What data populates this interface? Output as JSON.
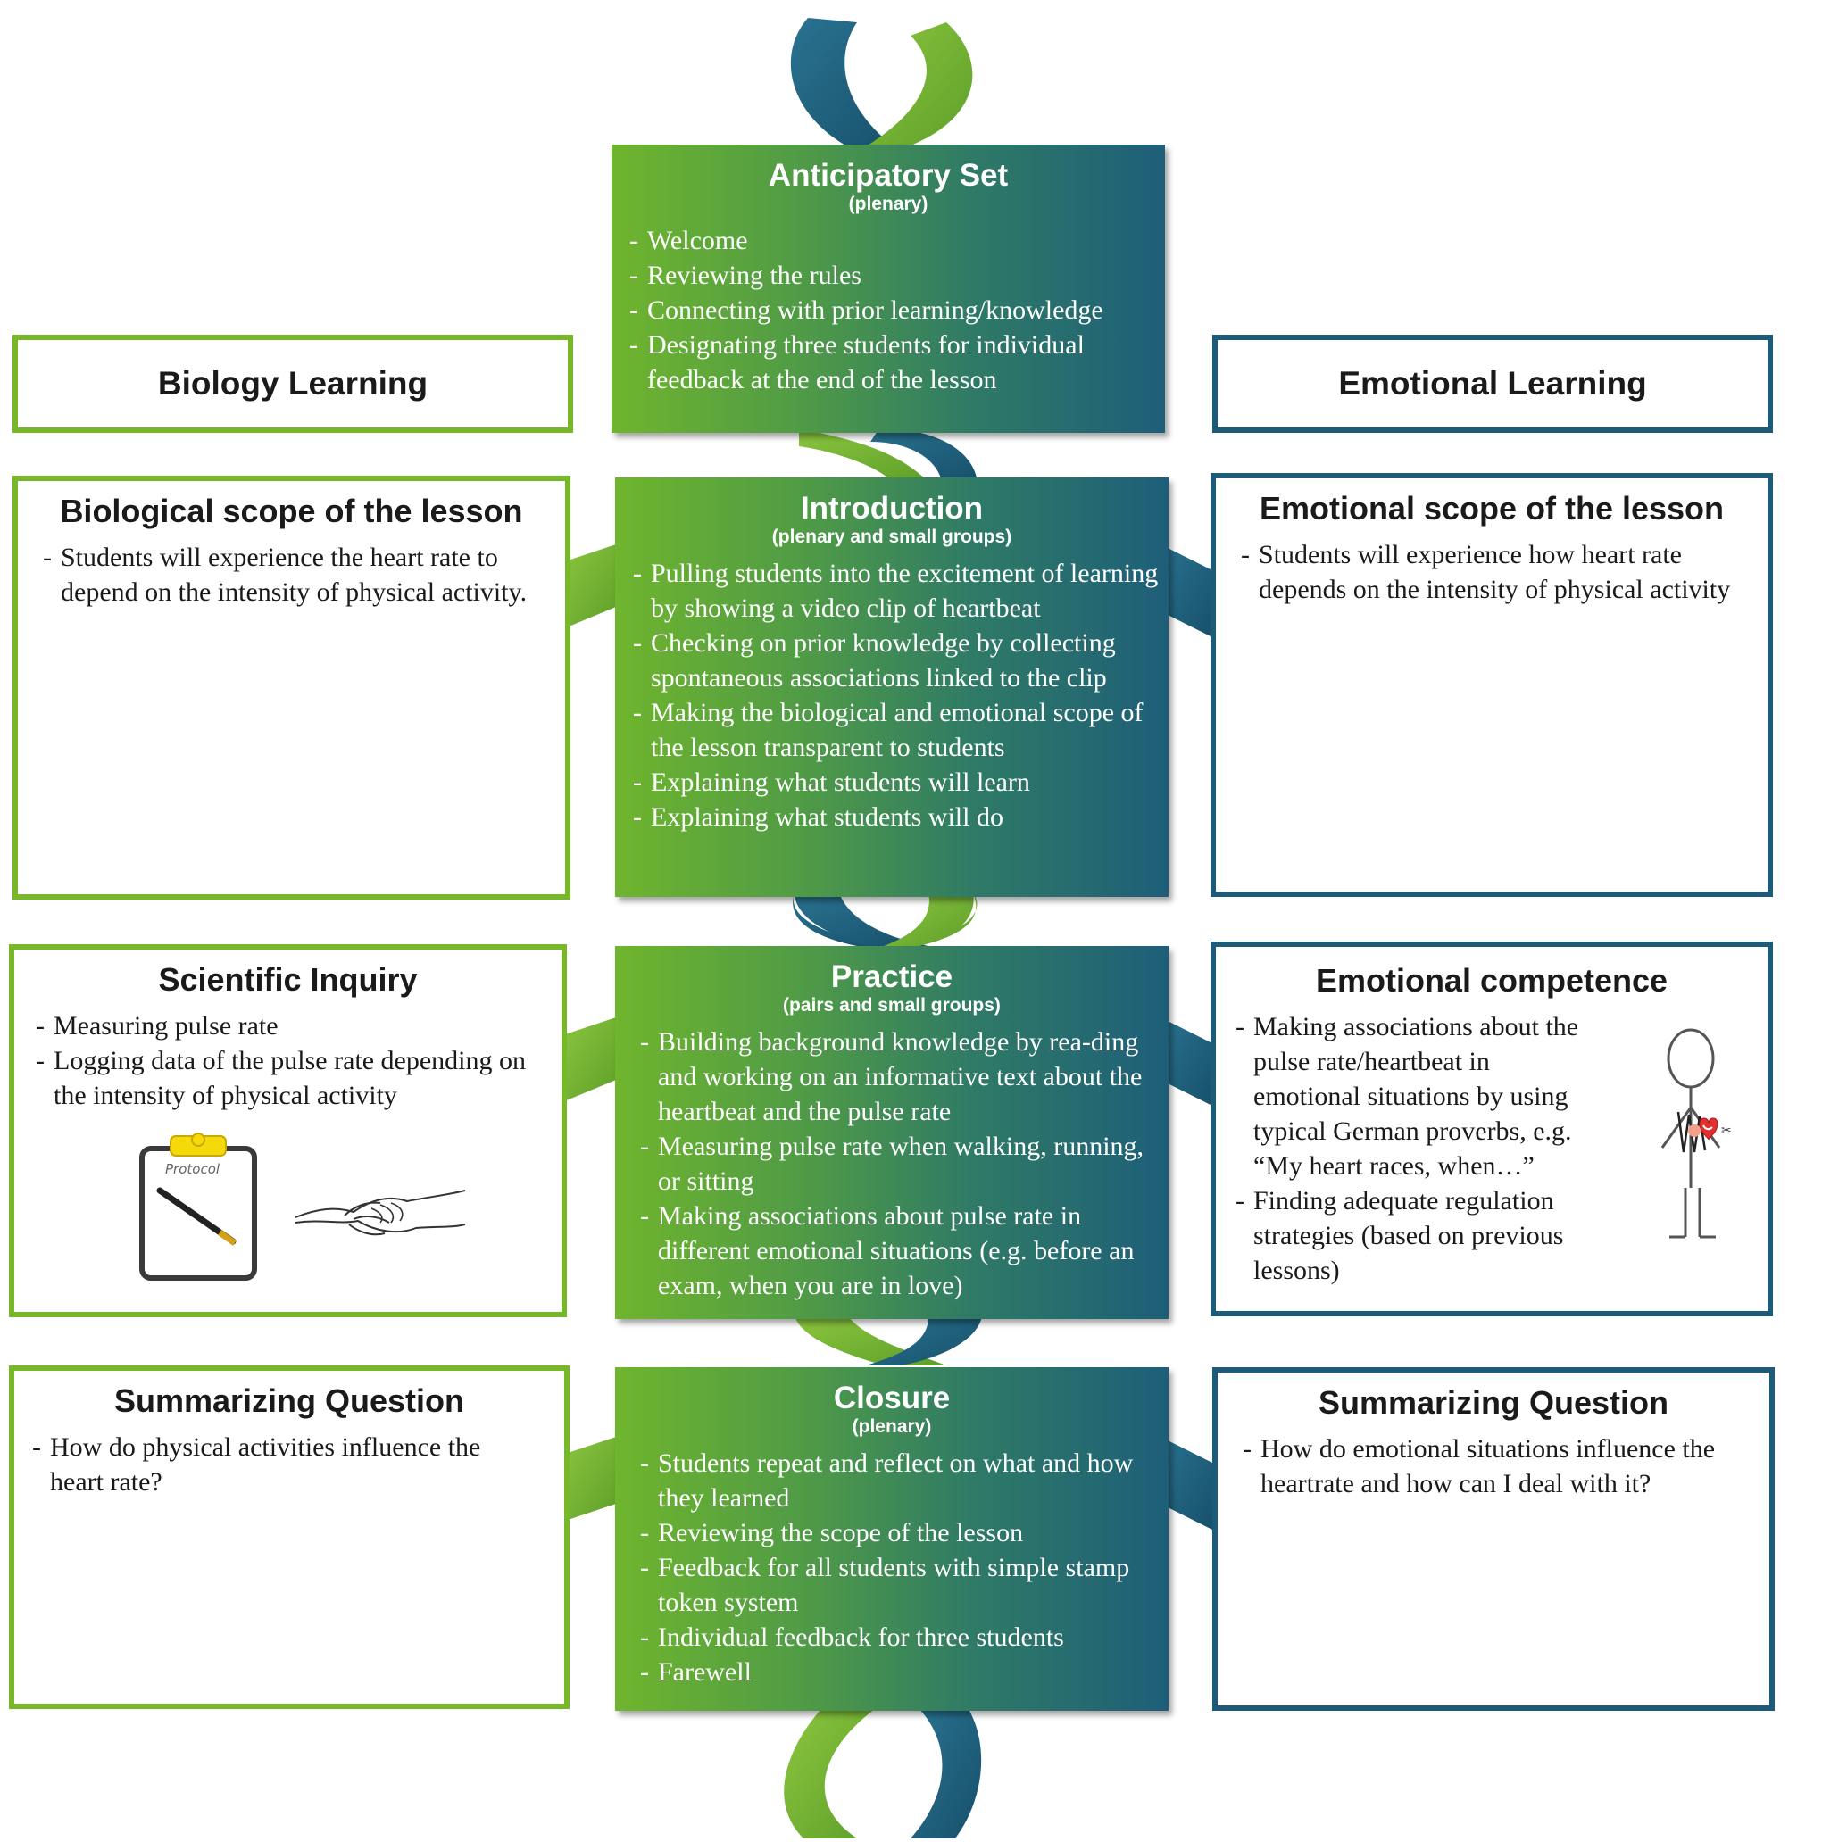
{
  "columns": {
    "left_header": "Biology Learning",
    "right_header": "Emotional Learning"
  },
  "center": [
    {
      "title": "Anticipatory Set",
      "subtitle": "(plenary)",
      "items": [
        "Welcome",
        "Reviewing the rules",
        "Connecting with prior learning/knowledge",
        "Designating three students for individual feedback at the end of the lesson"
      ]
    },
    {
      "title": "Introduction",
      "subtitle": "(plenary and small groups)",
      "items": [
        "Pulling students into the excitement of learning by showing a video clip of heartbeat",
        "Checking on prior knowledge by collecting spontaneous associations linked to the clip",
        "Making the biological and emotional scope of the lesson transparent to students",
        "Explaining what students will learn",
        "Explaining what students will do"
      ]
    },
    {
      "title": "Practice",
      "subtitle": "(pairs and small groups)",
      "items": [
        "Building background knowledge by rea-ding and working on an informative text about the heartbeat and the pulse rate",
        "Measuring pulse rate when walking, running, or sitting",
        "Making associations about pulse rate in different emotional situations (e.g. before an exam, when you are in love)"
      ]
    },
    {
      "title": "Closure",
      "subtitle": "(plenary)",
      "items": [
        "Students repeat and reflect on what and how they learned",
        "Reviewing the scope of the lesson",
        "Feedback for all students with simple stamp token system",
        "Individual feedback for three students",
        "Farewell"
      ]
    }
  ],
  "left": [
    {
      "title": "Biological scope of the lesson",
      "items": [
        "Students will experience the heart rate to depend on the intensity of physical activity."
      ]
    },
    {
      "title": "Scientific Inquiry",
      "items": [
        "Measuring pulse rate",
        "Logging data of the pulse rate depending on the intensity of physical activity"
      ],
      "clipboard_label": "Protocol"
    },
    {
      "title": "Summarizing Question",
      "items": [
        "How do physical activities influence the heart rate?"
      ]
    }
  ],
  "right": [
    {
      "title": "Emotional scope of the lesson",
      "items": [
        "Students will experience how heart rate depends on the intensity of physical activity"
      ]
    },
    {
      "title": "Emotional competence",
      "items": [
        "Making associations about the pulse rate/heartbeat in emotional situations by using typical German proverbs, e.g. “My heart races, when…”",
        "Finding adequate regulation strategies (based on previous lessons)"
      ]
    },
    {
      "title": "Summarizing Question",
      "items": [
        "How do emotional situations influence the heartrate and how can I deal with it?"
      ]
    }
  ],
  "colors": {
    "green": "#76b82a",
    "blue": "#1d5b78"
  }
}
